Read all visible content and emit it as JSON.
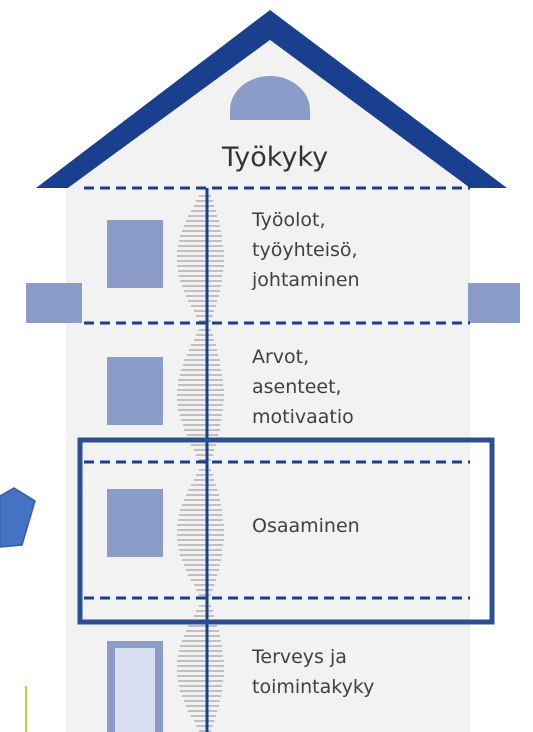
{
  "roof": {
    "label": "Työkyky"
  },
  "floors": [
    {
      "lines": [
        "Työolot,",
        "työyhteisö,",
        "johtaminen"
      ]
    },
    {
      "lines": [
        "Arvot,",
        "asenteet,",
        "motivaatio"
      ]
    },
    {
      "lines": [
        "Osaaminen"
      ]
    },
    {
      "lines": [
        "Terveys ja",
        "toimintakyky"
      ]
    }
  ],
  "highlight": {
    "floor": "Osaaminen"
  },
  "colors": {
    "roof": "#1b3f8f",
    "wall": "#f2f2f2",
    "window": "#8c9cc8",
    "dash": "#1b3f8f",
    "highlight_border": "#2e4f8f",
    "pointer": "#4472c4",
    "scale_ticks": "#8f8f8f",
    "accent_edge": "#b6d236"
  }
}
